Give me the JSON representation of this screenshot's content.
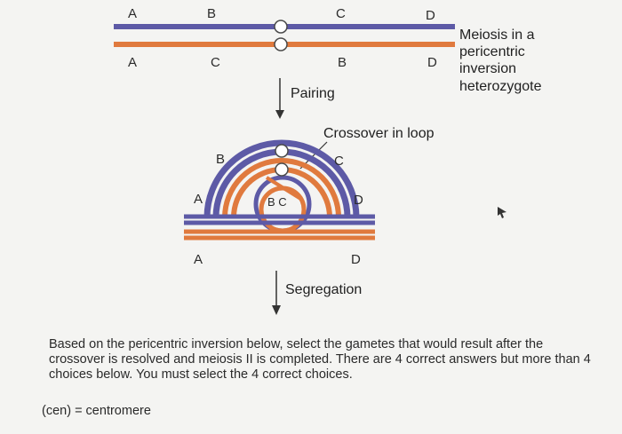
{
  "figure": {
    "top_labels": {
      "a": "A",
      "b": "B",
      "c": "C",
      "d": "D"
    },
    "bottom_labels": {
      "a": "A",
      "c": "C",
      "b": "B",
      "d": "D"
    },
    "side_caption": [
      "Meiosis in a",
      "pericentric",
      "inversion",
      "heterozygote"
    ],
    "pairing_label": "Pairing",
    "crossover_label": "Crossover in loop",
    "loop_labels": {
      "b_outer": "B",
      "c_outer": "C",
      "a_left": "A",
      "d_right": "D",
      "inner_bc": "B C",
      "a_below": "A",
      "d_below": "D"
    },
    "segregation_label": "Segregation",
    "colors": {
      "blue_chromosome": "#5d5aa6",
      "orange_chromosome": "#e07a3e",
      "centromere_fill": "#ffffff"
    }
  },
  "question": {
    "text": "Based on the pericentric inversion below, select the gametes that would result after the crossover is resolved and meiosis II is completed. There are 4 correct answers but more than 4 choices below. You must select the 4 correct choices.",
    "cen_note": "(cen) = centromere"
  }
}
